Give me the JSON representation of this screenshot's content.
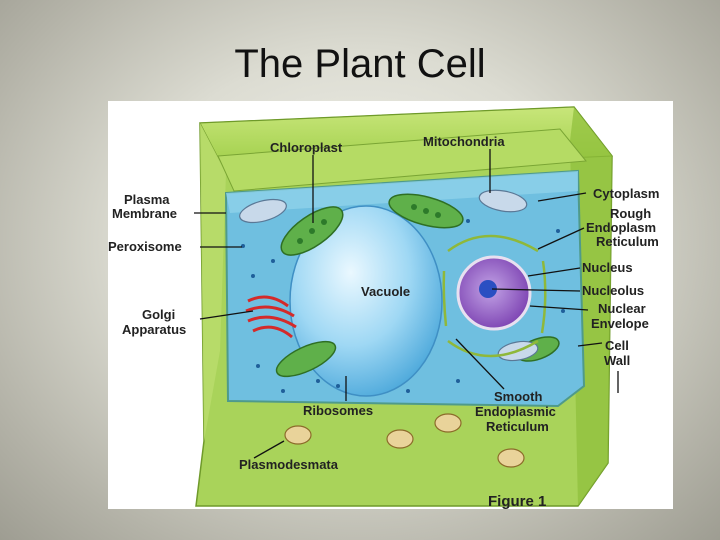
{
  "slide": {
    "title": "The Plant Cell"
  },
  "figure": {
    "caption": "Figure 1",
    "labels": {
      "chloroplast": "Chloroplast",
      "mitochondria": "Mitochondria",
      "plasma_membrane": [
        "Plasma",
        "Membrane"
      ],
      "peroxisome": "Peroxisome",
      "golgi_apparatus": [
        "Golgi",
        "Apparatus"
      ],
      "vacuole": "Vacuole",
      "cytoplasm": "Cytoplasm",
      "rough_er": [
        "Rough",
        "Endoplasm",
        "Reticulum"
      ],
      "nucleus": "Nucleus",
      "nucleolus": "Nucleolus",
      "nuclear_envelope": [
        "Nuclear",
        "Envelope"
      ],
      "cell_wall": [
        "Cell",
        "Wall"
      ],
      "smooth_er": [
        "Smooth",
        "Endoplasmic",
        "Reticulum"
      ],
      "ribosomes": "Ribosomes",
      "plasmodesmata": "Plasmodesmata"
    }
  }
}
